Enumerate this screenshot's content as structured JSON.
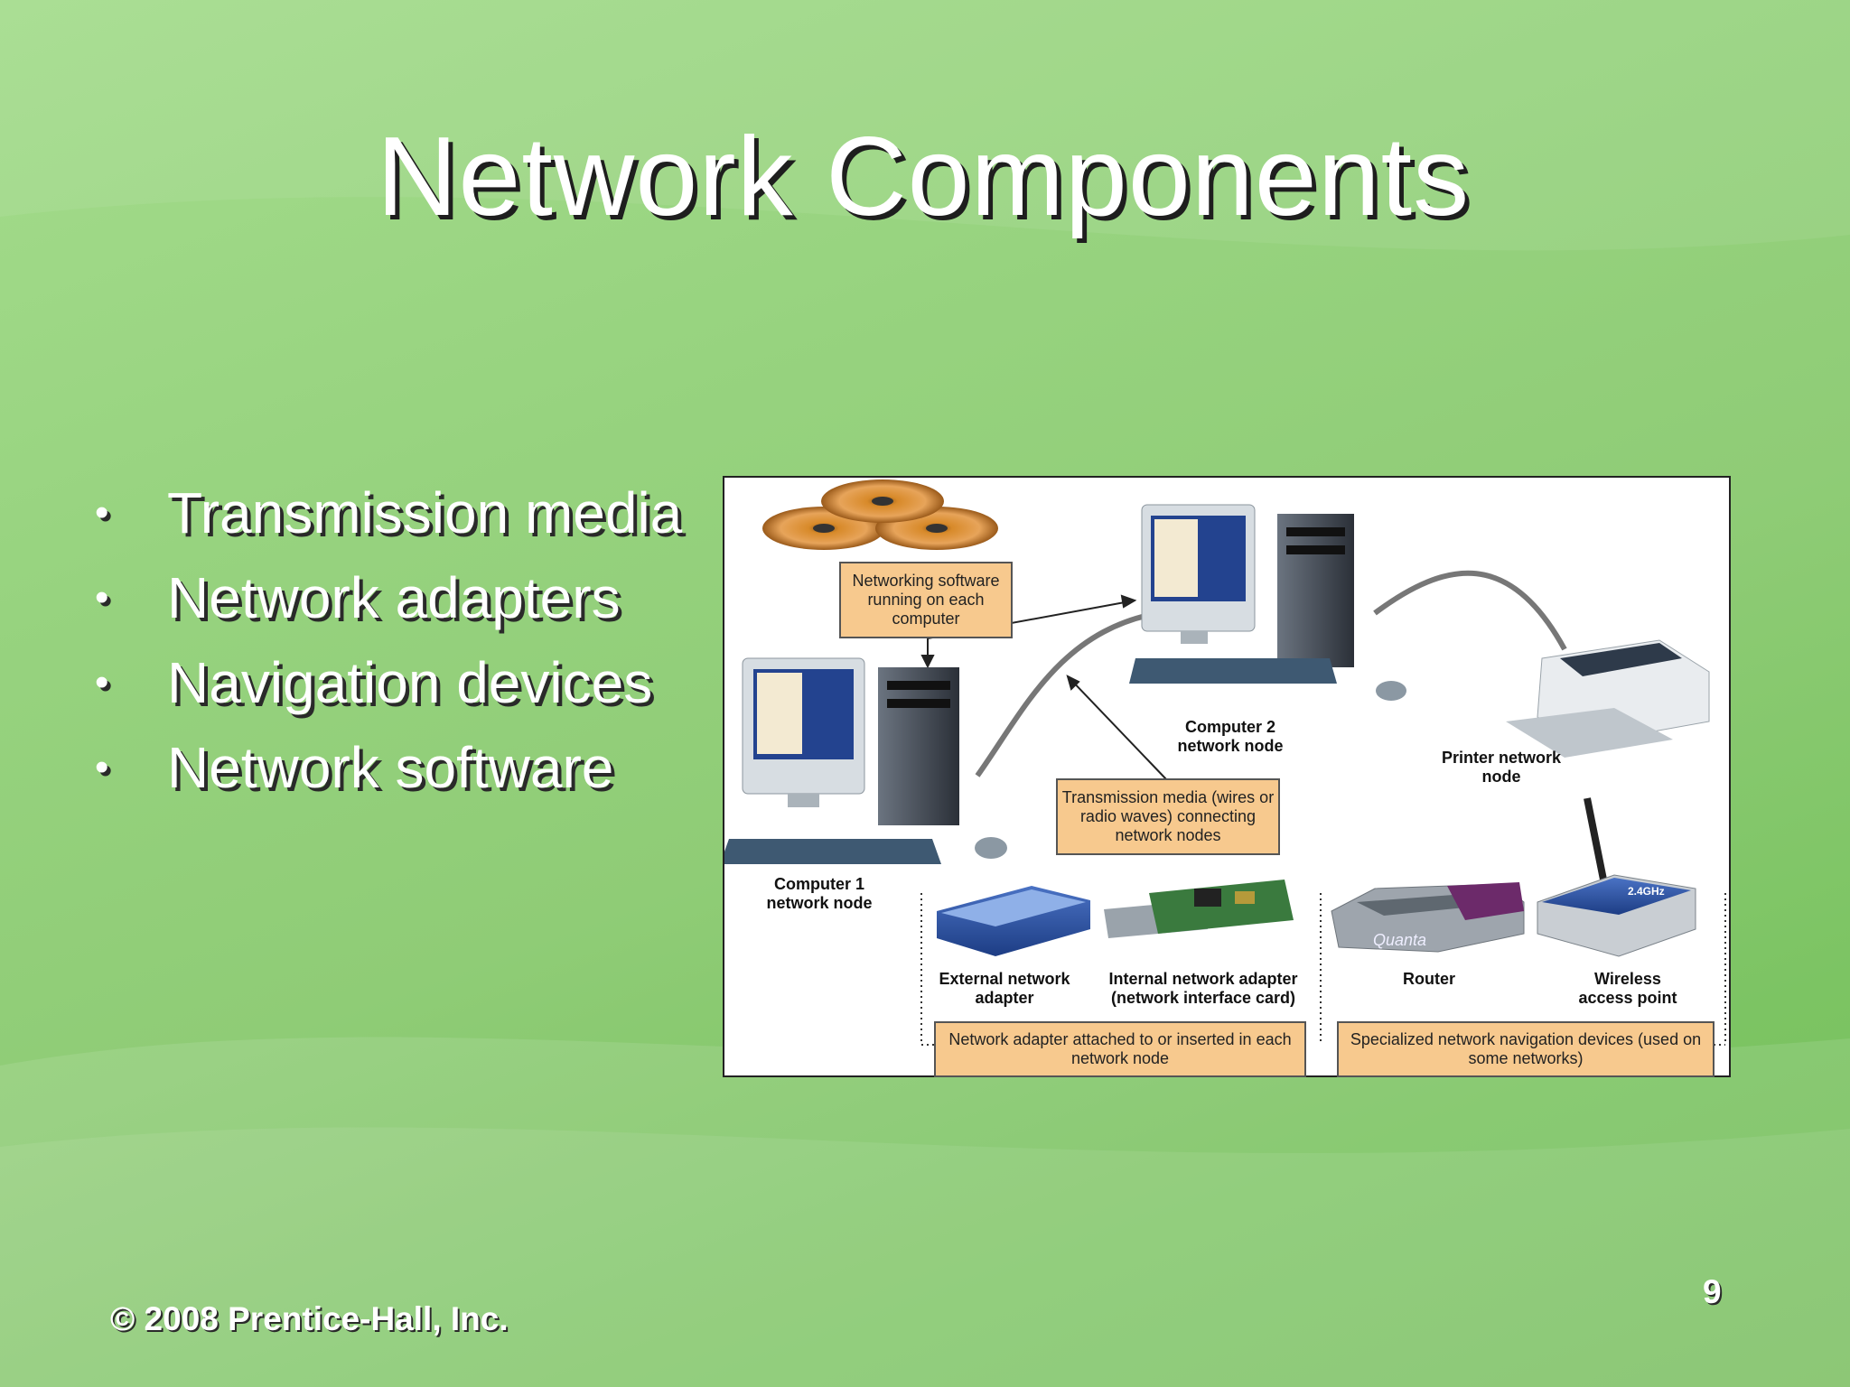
{
  "slide": {
    "title": "Network Components",
    "bullets": [
      {
        "text": "Transmission media"
      },
      {
        "text": "Network adapters"
      },
      {
        "text": "Navigation devices"
      },
      {
        "text": "Network software"
      }
    ],
    "bullet_symbol": "•",
    "footer": "© 2008 Prentice-Hall, Inc.",
    "page_number": "9"
  },
  "figure": {
    "labels": {
      "networking_software": "Networking software running on each computer",
      "computer2": "Computer 2 network node",
      "printer": "Printer network node",
      "computer1": "Computer 1 network node",
      "transmission": "Transmission media (wires or radio waves) connecting network nodes",
      "external_adapter": "External network adapter",
      "internal_adapter": "Internal network adapter (network interface card)",
      "router": "Router",
      "wireless": "Wireless access point",
      "adapter_box": "Network adapter attached to or inserted in each network node",
      "navigation_box": "Specialized network navigation devices (used on some networks)",
      "router_brand": "Quanta",
      "ap_band": "2.4GHz"
    },
    "colors": {
      "callout_fill": "#f7c98e",
      "disc": "#d78a2e",
      "adapter_blue": "#2d55a8",
      "monitor": "#e8ecef"
    }
  }
}
